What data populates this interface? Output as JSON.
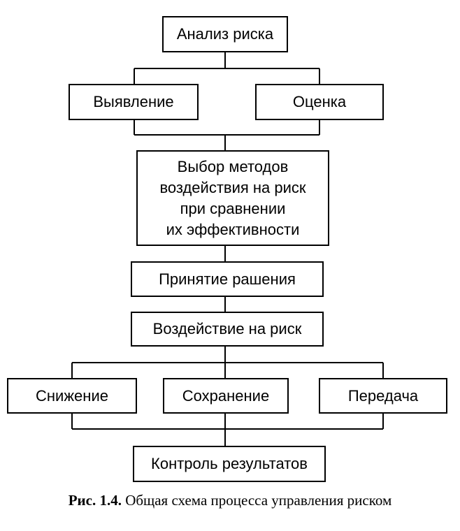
{
  "nodes": {
    "analysis": "Анализ риска",
    "identification": "Выявление",
    "assessment": "Оценка",
    "method_selection": "Выбор методов\nвоздействия на риск\nпри сравнении\nих эффективности",
    "decision": "Принятие рашения",
    "impact": "Воздействие на риск",
    "reduction": "Снижение",
    "retention": "Сохранение",
    "transfer": "Передача",
    "control": "Контроль результатов"
  },
  "caption": {
    "label": "Рис. 1.4.",
    "text": "Общая схема процесса управления риском"
  }
}
